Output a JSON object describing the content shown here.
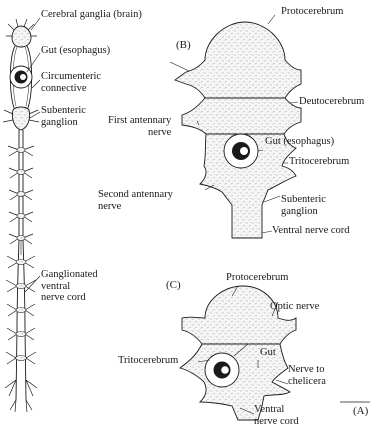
{
  "panels": {
    "a": "(A)",
    "b": "(B)",
    "c": "(C)"
  },
  "panel_a": {
    "cerebral_ganglia": "Cerebral ganglia (brain)",
    "gut": "Gut (esophagus)",
    "circumenteric": [
      "Circumenteric",
      "connective"
    ],
    "subenteric": [
      "Subenteric",
      "ganglion"
    ],
    "ventral_cord": [
      "Ganglionated",
      "ventral",
      "nerve cord"
    ]
  },
  "panel_b": {
    "protocerebrum": "Protocerebrum",
    "deutocerebrum": "Deutocerebrum",
    "first_antennary": [
      "First antennary",
      "nerve"
    ],
    "gut": "Gut (esophagus)",
    "tritocerebrum": "Tritocerebrum",
    "second_antennary": [
      "Second antennary",
      "nerve"
    ],
    "subenteric": [
      "Subenteric",
      "ganglion"
    ],
    "ventral_cord": "Ventral nerve cord"
  },
  "panel_c": {
    "protocerebrum": "Protocerebrum",
    "optic_nerve": "Optic nerve",
    "tritocerebrum": "Tritocerebrum",
    "gut": "Gut",
    "nerve_chelicera": [
      "Nerve to",
      "chelicera"
    ],
    "ventral_cord": [
      "Ventral",
      "nerve cord"
    ]
  },
  "colors": {
    "ink": "#1a1a1a",
    "fill": "#f4f4f4",
    "stipple": "#777777"
  }
}
